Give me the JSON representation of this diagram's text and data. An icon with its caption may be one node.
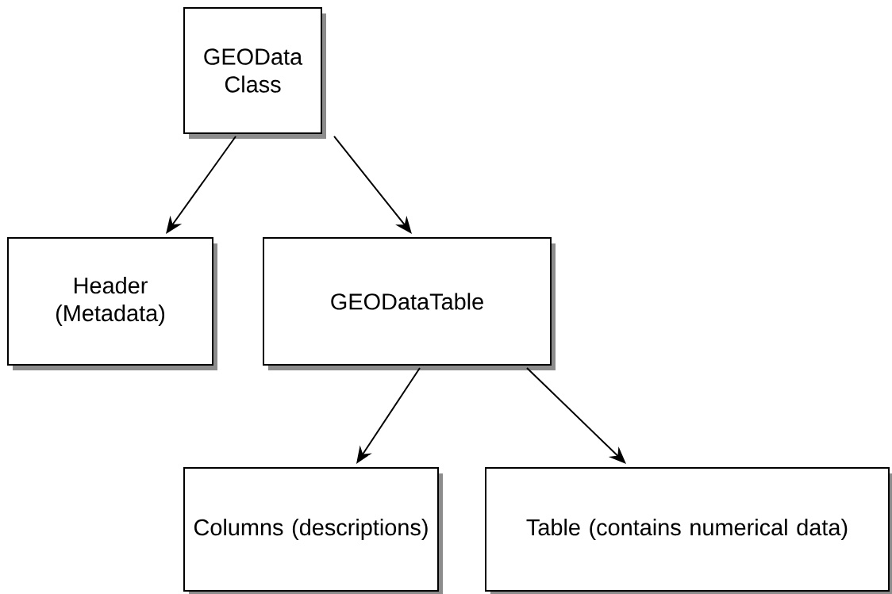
{
  "diagram": {
    "nodes": [
      {
        "text": [
          "GEOData Class"
        ]
      },
      {
        "text": [
          "Header (Metadata)"
        ]
      },
      {
        "text": [
          "GEODataTable"
        ]
      },
      {
        "text": [
          "Columns (descriptions)"
        ]
      },
      {
        "text": [
          "Table (contains numerical data)"
        ]
      }
    ],
    "edges": [
      {
        "from": 0,
        "to": 1,
        "arrow": "to"
      },
      {
        "from": 0,
        "to": 2,
        "arrow": "to"
      },
      {
        "from": 2,
        "to": 3,
        "arrow": "to"
      },
      {
        "from": 2,
        "to": 4,
        "arrow": "to"
      }
    ]
  }
}
